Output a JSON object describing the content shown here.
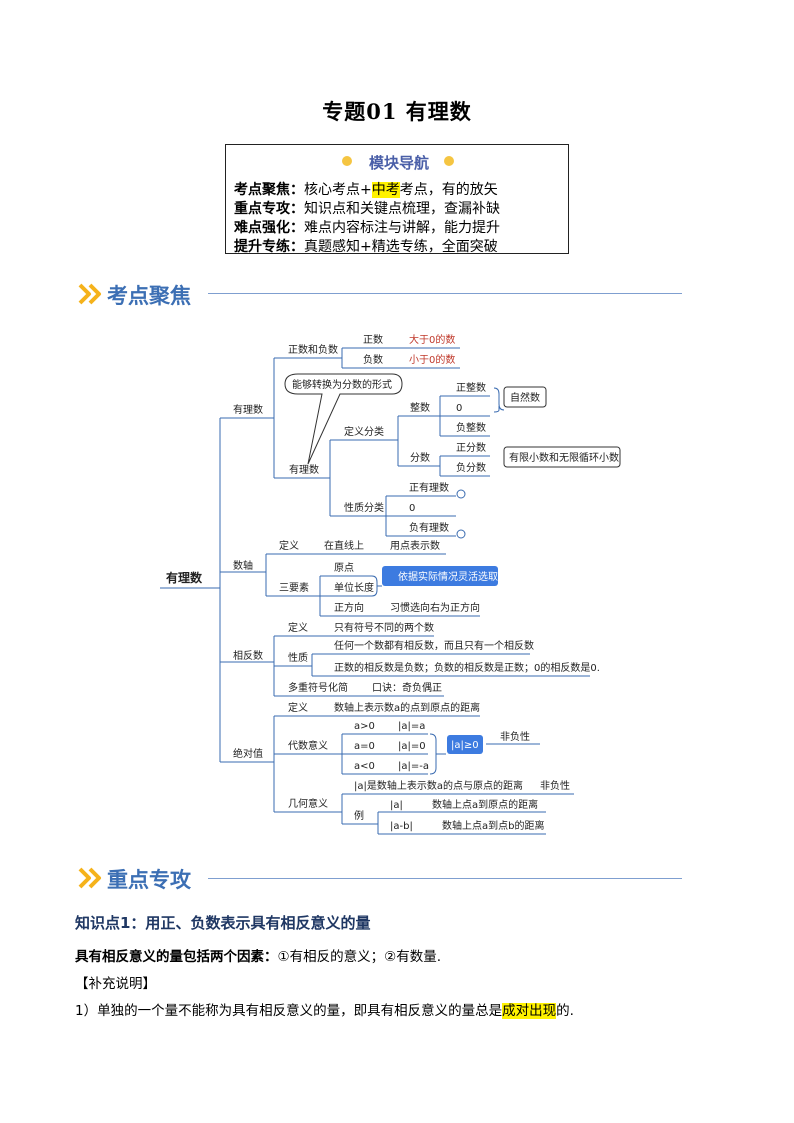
{
  "title": "专题01 有理数",
  "nav": {
    "heading": "模块导航",
    "rows": [
      {
        "label": "考点聚焦：",
        "text_a": "核心考点+",
        "text_hl": "中考",
        "text_b": "考点，有的放矢"
      },
      {
        "label": "重点专攻：",
        "text_a": "知识点和关键点梳理，查漏补缺",
        "text_hl": "",
        "text_b": ""
      },
      {
        "label": "难点强化：",
        "text_a": "难点内容标注与讲解，能力提升",
        "text_hl": "",
        "text_b": ""
      },
      {
        "label": "提升专练：",
        "text_a": "真题感知+精选专练，全面突破",
        "text_hl": "",
        "text_b": ""
      }
    ]
  },
  "sections": {
    "focus": "考点聚焦",
    "key": "重点专攻"
  },
  "mindmap": {
    "root": "有理数",
    "youlishu": {
      "label": "有理数",
      "zhengshu_fushu": "正数和负数",
      "zhengshu": "正数",
      "zhengshu_desc": "大于0的数",
      "fushu": "负数",
      "fushu_desc": "小于0的数",
      "bubble": "能够转换为分数的形式",
      "youlishu2": "有理数",
      "dingyi_fenlei": "定义分类",
      "zhengshu2": "整数",
      "zhengzhengshu": "正整数",
      "zero": "0",
      "fuzhengshu": "负整数",
      "ziranshu": "自然数",
      "fenshu": "分数",
      "zhengfenshu": "正分数",
      "fufenshu": "负分数",
      "youxian": "有限小数和无限循环小数",
      "xingzhi_fenlei": "性质分类",
      "zhengyoulishu": "正有理数",
      "zero2": "0",
      "fuyoulishu": "负有理数"
    },
    "shuzhou": {
      "label": "数轴",
      "dingyi": "定义",
      "zai_zhixian": "在直线上",
      "yongdian": "用点表示数",
      "sanyaosu": "三要素",
      "yuandian": "原点",
      "danwei": "单位长度",
      "zhengfangxiang": "正方向",
      "xiguan": "习惯选向右为正方向",
      "yiju": "依据实际情况灵活选取"
    },
    "xiangfanshu": {
      "label": "相反数",
      "dingyi": "定义",
      "dingyi_desc": "只有符号不同的两个数",
      "xingzhi": "性质",
      "xingzhi_1": "任何一个数都有相反数，而且只有一个相反数",
      "xingzhi_2": "正数的相反数是负数；负数的相反数是正数；0的相反数是0.",
      "duochong": "多重符号化简",
      "koujue": "口诀：奇负偶正"
    },
    "juedui": {
      "label": "绝对值",
      "dingyi": "定义",
      "dingyi_desc": "数轴上表示数a的点到原点的距离",
      "daishu": "代数意义",
      "c1": "a>0",
      "r1": "|a|=a",
      "c2": "a=0",
      "r2": "|a|=0",
      "c3": "a<0",
      "r3": "|a|=-a",
      "ge0": "|a|≥0",
      "feifu": "非负性",
      "jihe": "几何意义",
      "jihe_desc": "|a|是数轴上表示数a的点与原点的距离",
      "feifu2": "非负性",
      "li": "例",
      "e1": "|a|",
      "e1_desc": "数轴上点a到原点的距离",
      "e2": "|a-b|",
      "e2_desc": "数轴上点a到点b的距离"
    }
  },
  "knowledge": {
    "title": "知识点1：用正、负数表示具有相反意义的量",
    "line1_bold": "具有相反意义的量包括两个因素：",
    "line1_rest": "①有相反的意义；②有数量.",
    "note": "【补充说明】",
    "line2_a": "1）单独的一个量不能称为具有相反意义的量，即具有相反意义的量总是",
    "line2_hl": "成对出现",
    "line2_b": "的."
  },
  "colors": {
    "accent_blue": "#3c6fb4",
    "chevron_orange": "#f5b21b",
    "nav_dot": "#f5c542",
    "mindmap_red": "#c0392b",
    "mindmap_button": "#3d7be0",
    "highlight": "#fff200"
  }
}
